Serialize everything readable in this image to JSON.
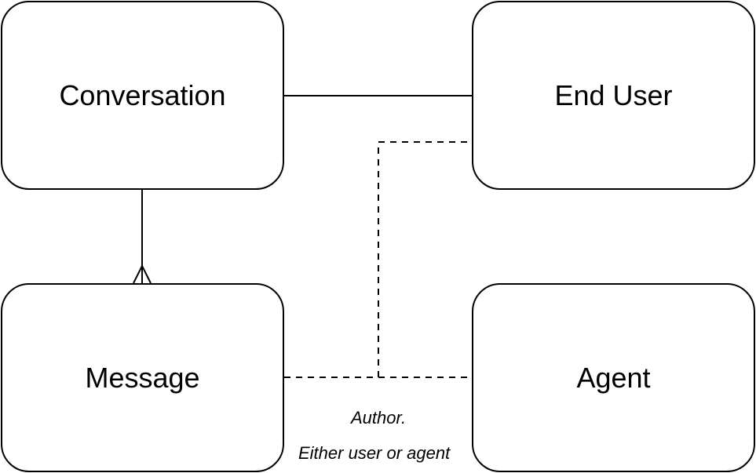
{
  "diagram": {
    "entities": {
      "conversation": "Conversation",
      "end_user": "End User",
      "message": "Message",
      "agent": "Agent"
    },
    "relationships": [
      {
        "from": "conversation",
        "to": "end_user",
        "style": "solid"
      },
      {
        "from": "conversation",
        "to": "message",
        "style": "solid",
        "cardinality": "one-to-many"
      },
      {
        "from": "message",
        "to": "agent",
        "style": "dashed"
      },
      {
        "from": "message",
        "to": "end_user",
        "style": "dashed"
      }
    ],
    "author_note": {
      "line1": "Author.",
      "line2": "Either user or agent"
    }
  },
  "colors": {
    "stroke": "#000000",
    "background": "#ffffff"
  }
}
